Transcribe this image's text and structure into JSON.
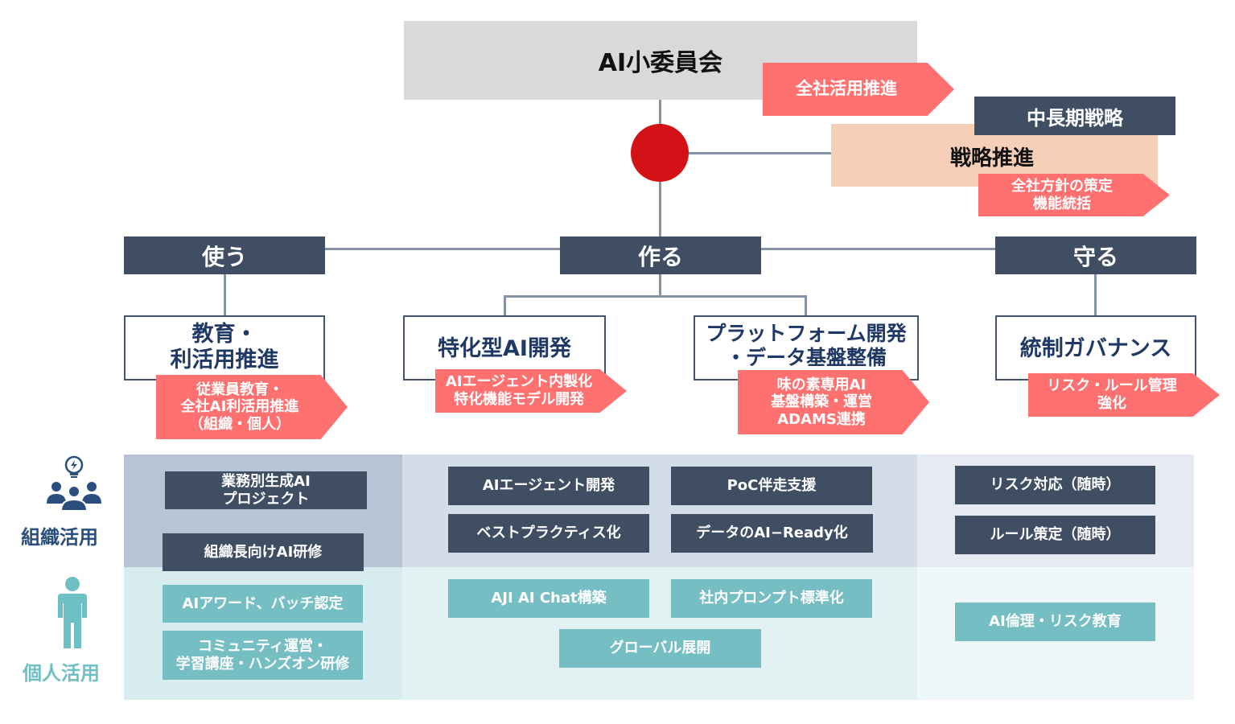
{
  "colors": {
    "navy": "#3f4e63",
    "title_text": "#1f3864",
    "coral": "#ff7070",
    "red_node": "#d41116",
    "peach": "#f5cfb8",
    "grey_box": "#d9d9d9",
    "teal": "#75bec4",
    "org_label": "#2a4f7f",
    "ind_label": "#6fc0c4"
  },
  "committee": {
    "title": "AI小委員会",
    "tag": "全社活用推進"
  },
  "strategy": {
    "header": "中長期戦略",
    "title": "戦略推進",
    "tag_lines": [
      "全社方針の策定",
      "機能統括"
    ]
  },
  "pillars": [
    {
      "label": "使う",
      "functions": [
        {
          "title_lines": [
            "教育・",
            "利活用推進"
          ],
          "tag_lines": [
            "従業員教育・",
            "全社AI利活用推進",
            "（組織・個人）"
          ]
        }
      ]
    },
    {
      "label": "作る",
      "functions": [
        {
          "title_lines": [
            "特化型AI開発"
          ],
          "tag_lines": [
            "AIエージェント内製化",
            "特化機能モデル開発"
          ]
        },
        {
          "title_lines": [
            "プラットフォーム開発",
            "・データ基盤整備"
          ],
          "tag_lines": [
            "味の素専用AI",
            "基盤構築・運営",
            "ADAMS連携"
          ]
        }
      ]
    },
    {
      "label": "守る",
      "functions": [
        {
          "title_lines": [
            "統制ガバナンス"
          ],
          "tag_lines": [
            "リスク・ルール管理",
            "強化"
          ]
        }
      ]
    }
  ],
  "rows": {
    "org": {
      "label": "組織活用",
      "icon": "team-idea-icon",
      "use": [
        [
          "業務別生成AI",
          "プロジェクト"
        ],
        [
          "組織長向けAI研修"
        ]
      ],
      "make": [
        [
          "AIエージェント開発"
        ],
        [
          "PoC伴走支援"
        ],
        [
          "ベストプラクティス化"
        ],
        [
          "データのAI−Ready化"
        ]
      ],
      "protect": [
        [
          "リスク対応（随時）"
        ],
        [
          "ルール策定（随時）"
        ]
      ]
    },
    "individual": {
      "label": "個人活用",
      "icon": "person-icon",
      "use": [
        [
          "AIアワード、バッチ認定"
        ],
        [
          "コミュニティ運営・",
          "学習講座・ハンズオン研修"
        ]
      ],
      "make": [
        [
          "AJI AI Chat構築"
        ],
        [
          "社内プロンプト標準化"
        ],
        [
          "グローバル展開"
        ]
      ],
      "protect": [
        [
          "AI倫理・リスク教育"
        ]
      ]
    }
  }
}
